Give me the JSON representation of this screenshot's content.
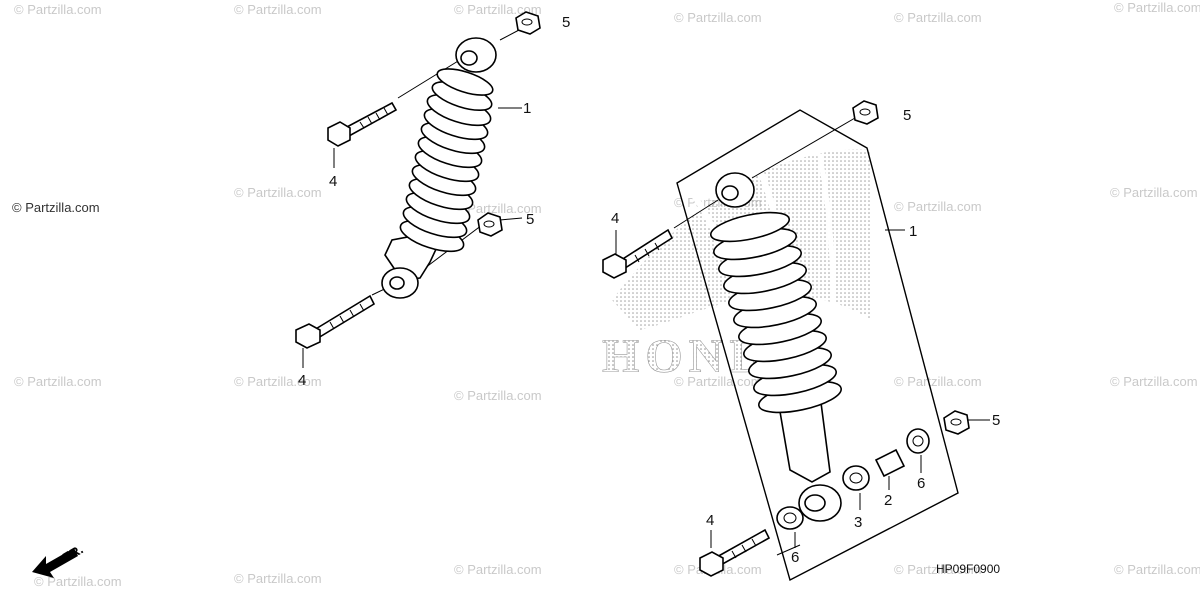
{
  "watermark": {
    "text": "© Partzilla.com",
    "notice": "© Partzilla.com"
  },
  "brand_logo": {
    "text": "HONDA"
  },
  "drawing_code": "HP09F0900",
  "direction_label": "FR.",
  "callouts": {
    "left_shock": {
      "p1": "1",
      "p4_upper": "4",
      "p4_lower": "4",
      "p5_upper": "5",
      "p5_lower": "5"
    },
    "right_shock": {
      "p1": "1",
      "p2": "2",
      "p3": "3",
      "p4_upper": "4",
      "p4_lower": "4",
      "p5_upper": "5",
      "p5_lower": "5",
      "p6_left": "6",
      "p6_right": "6"
    }
  },
  "colors": {
    "line": "#000000",
    "watermark": "#c9c9c9",
    "logo_dots": "#9a9a9a"
  }
}
